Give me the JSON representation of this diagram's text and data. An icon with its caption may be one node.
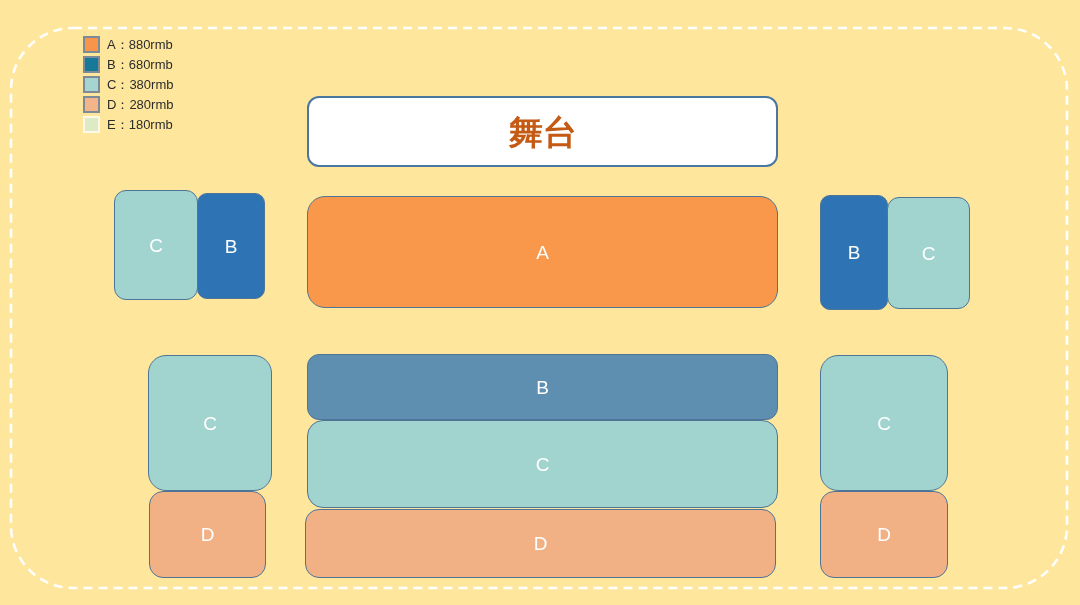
{
  "diagram": {
    "nodes": [
      {
        "text": [
          "舞台"
        ]
      },
      {
        "text": [
          "C"
        ]
      },
      {
        "text": [
          "B"
        ]
      },
      {
        "text": [
          "A"
        ]
      },
      {
        "text": [
          "B"
        ]
      },
      {
        "text": [
          "C"
        ]
      },
      {
        "text": [
          "C"
        ]
      },
      {
        "text": [
          "B"
        ]
      },
      {
        "text": [
          "C"
        ]
      },
      {
        "text": [
          "C"
        ]
      },
      {
        "text": [
          "D"
        ]
      },
      {
        "text": [
          "D"
        ]
      },
      {
        "text": [
          "D"
        ]
      }
    ],
    "legend": [
      {
        "text": "A：880rmb",
        "color": "#f7964a"
      },
      {
        "text": "B：680rmb",
        "color": "#187898"
      },
      {
        "text": "C：380rmb",
        "color": "#a6d5d1"
      },
      {
        "text": "D：280rmb",
        "color": "#f4b48a"
      },
      {
        "text": "E：180rmb",
        "color": "#dcebc5"
      }
    ]
  }
}
